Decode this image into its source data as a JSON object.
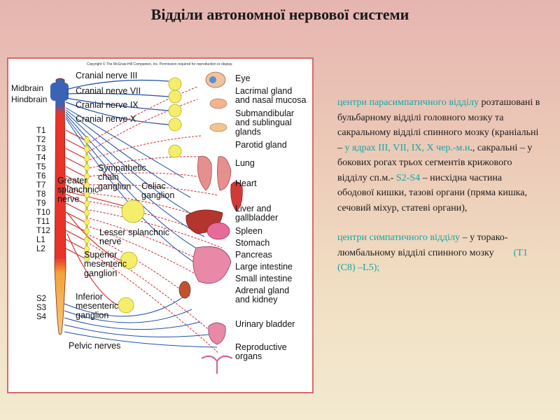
{
  "title": "Відділи автономної нервової системи",
  "figure": {
    "copyright": "Copyright © The McGraw-Hill Companies, Inc. Permission required for reproduction or display.",
    "cns_labels": [
      "Midbrain",
      "Hindbrain"
    ],
    "nerve_labels": [
      "Cranial nerve III",
      "Cranial nerve VII",
      "Cranial nerve IX",
      "Cranial nerve X"
    ],
    "segments": [
      "T1",
      "T2",
      "T3",
      "T4",
      "T5",
      "T6",
      "T7",
      "T8",
      "T9",
      "T10",
      "T11",
      "T12",
      "L1",
      "L2",
      "S2",
      "S3",
      "S4"
    ],
    "ganglion_labels": {
      "sympathetic_chain": "Sympathetic\nchain\nganglion",
      "celiac": "Celiac\nganglion",
      "greater_splanchnic": "Greater\nsplanchnic\nnerve",
      "lesser_splanchnic": "Lesser splanchnic\nnerve",
      "superior_mesenteric": "Superior\nmesenteric\nganglion",
      "inferior_mesenteric": "Inferior\nmesenteric\nganglion",
      "pelvic_nerves": "Pelvic nerves"
    },
    "organs": [
      "Eye",
      "Lacrimal gland\nand nasal mucosa",
      "Submandibular\nand sublingual\nglands",
      "Parotid gland",
      "Lung",
      "Heart",
      "Liver and\ngallbladder",
      "Spleen",
      "Stomach",
      "Pancreas",
      "Large intestine",
      "Small intestine",
      "Adrenal gland\nand kidney",
      "Urinary bladder",
      "Reproductive\norgans"
    ]
  },
  "description": {
    "para_part1_cyan": "центри парасимпатичного відділу",
    "para_part2": " розташовані в бульбарному відділі головного мозку та сакральному відділі спинного мозку (краніальні – ",
    "para_part3_cyan": "у ядрах ІІІ, VІІ, ІХ, Х",
    "para_part4": " ",
    "para_part5_cyan": "чер.-м.н",
    "para_part6": "., сакральні – у бокових рогах трьох сегментів крижового відділу сп.м.- ",
    "para_part7_cyan": "S2-S4",
    "para_part8": " – нисхідна частина ободової кишки, тазові органи (пряма кишка, сечовий міхур, статеві органи),",
    "symp_part1_cyan": "центри симпатичного відділу",
    "symp_part2": " – у торако-люмбальному відділі спинного мозку        ",
    "symp_part3_cyan": "(T1 (C8) –L5);"
  },
  "colors": {
    "parasympathetic": "#1f4fa8",
    "sympathetic": "#d42b2b",
    "ganglion": "#f5ee6a",
    "spinal_cord_red": "#e8332a",
    "spinal_cord_orange": "#f2a33a",
    "accent_cyan": "#12a7a7"
  }
}
